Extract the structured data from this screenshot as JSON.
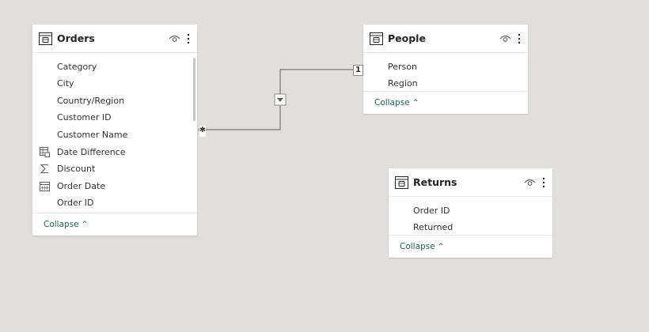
{
  "tables": {
    "orders": {
      "title": "Orders",
      "fields": [
        {
          "label": "Category",
          "icon": ""
        },
        {
          "label": "City",
          "icon": ""
        },
        {
          "label": "Country/Region",
          "icon": ""
        },
        {
          "label": "Customer ID",
          "icon": ""
        },
        {
          "label": "Customer Name",
          "icon": ""
        },
        {
          "label": "Date Difference",
          "icon": "calculated-table-icon"
        },
        {
          "label": "Discount",
          "icon": "sigma-icon"
        },
        {
          "label": "Order Date",
          "icon": "calendar-icon"
        },
        {
          "label": "Order ID",
          "icon": ""
        }
      ],
      "collapse_label": "Collapse"
    },
    "people": {
      "title": "People",
      "fields": [
        {
          "label": "Person",
          "icon": ""
        },
        {
          "label": "Region",
          "icon": ""
        }
      ],
      "collapse_label": "Collapse"
    },
    "returns": {
      "title": "Returns",
      "fields": [
        {
          "label": "Order ID",
          "icon": ""
        },
        {
          "label": "Returned",
          "icon": ""
        }
      ],
      "collapse_label": "Collapse"
    }
  },
  "relationship": {
    "from_table": "Orders",
    "to_table": "People",
    "from_cardinality": "*",
    "to_cardinality": "1",
    "filter_direction": "single"
  },
  "colors": {
    "canvas": "#e0dfdd",
    "card": "#ffffff",
    "collapse_link": "#2b5f53",
    "line": "#8a8886"
  }
}
